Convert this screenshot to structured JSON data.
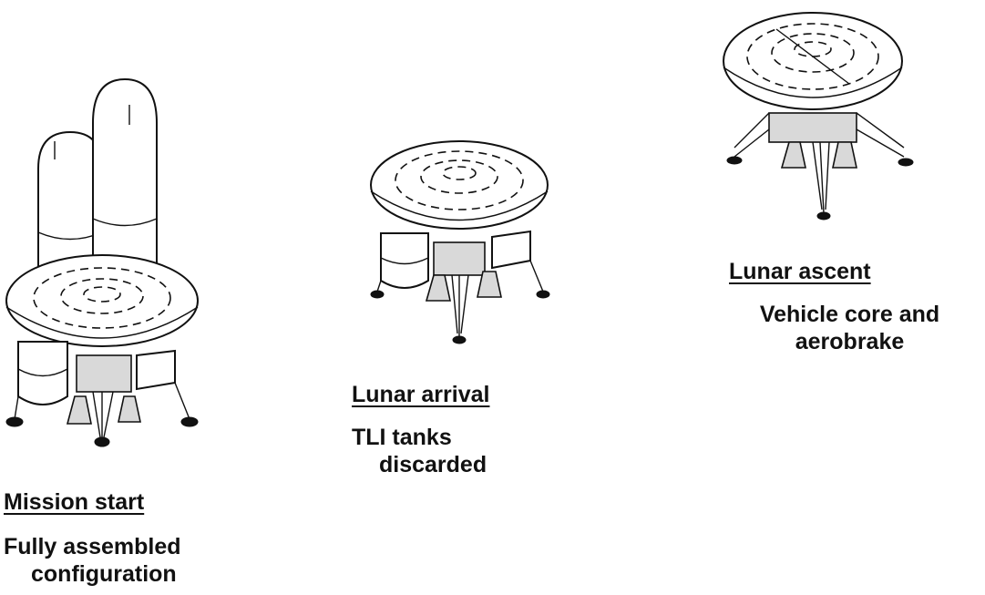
{
  "stages": [
    {
      "title": "Mission start",
      "lines": [
        "Fully assembled",
        "configuration"
      ]
    },
    {
      "title": "Lunar arrival",
      "lines": [
        "TLI tanks",
        "discarded"
      ]
    },
    {
      "title": "Lunar ascent",
      "lines": [
        "Vehicle core and",
        "aerobrake"
      ]
    }
  ]
}
